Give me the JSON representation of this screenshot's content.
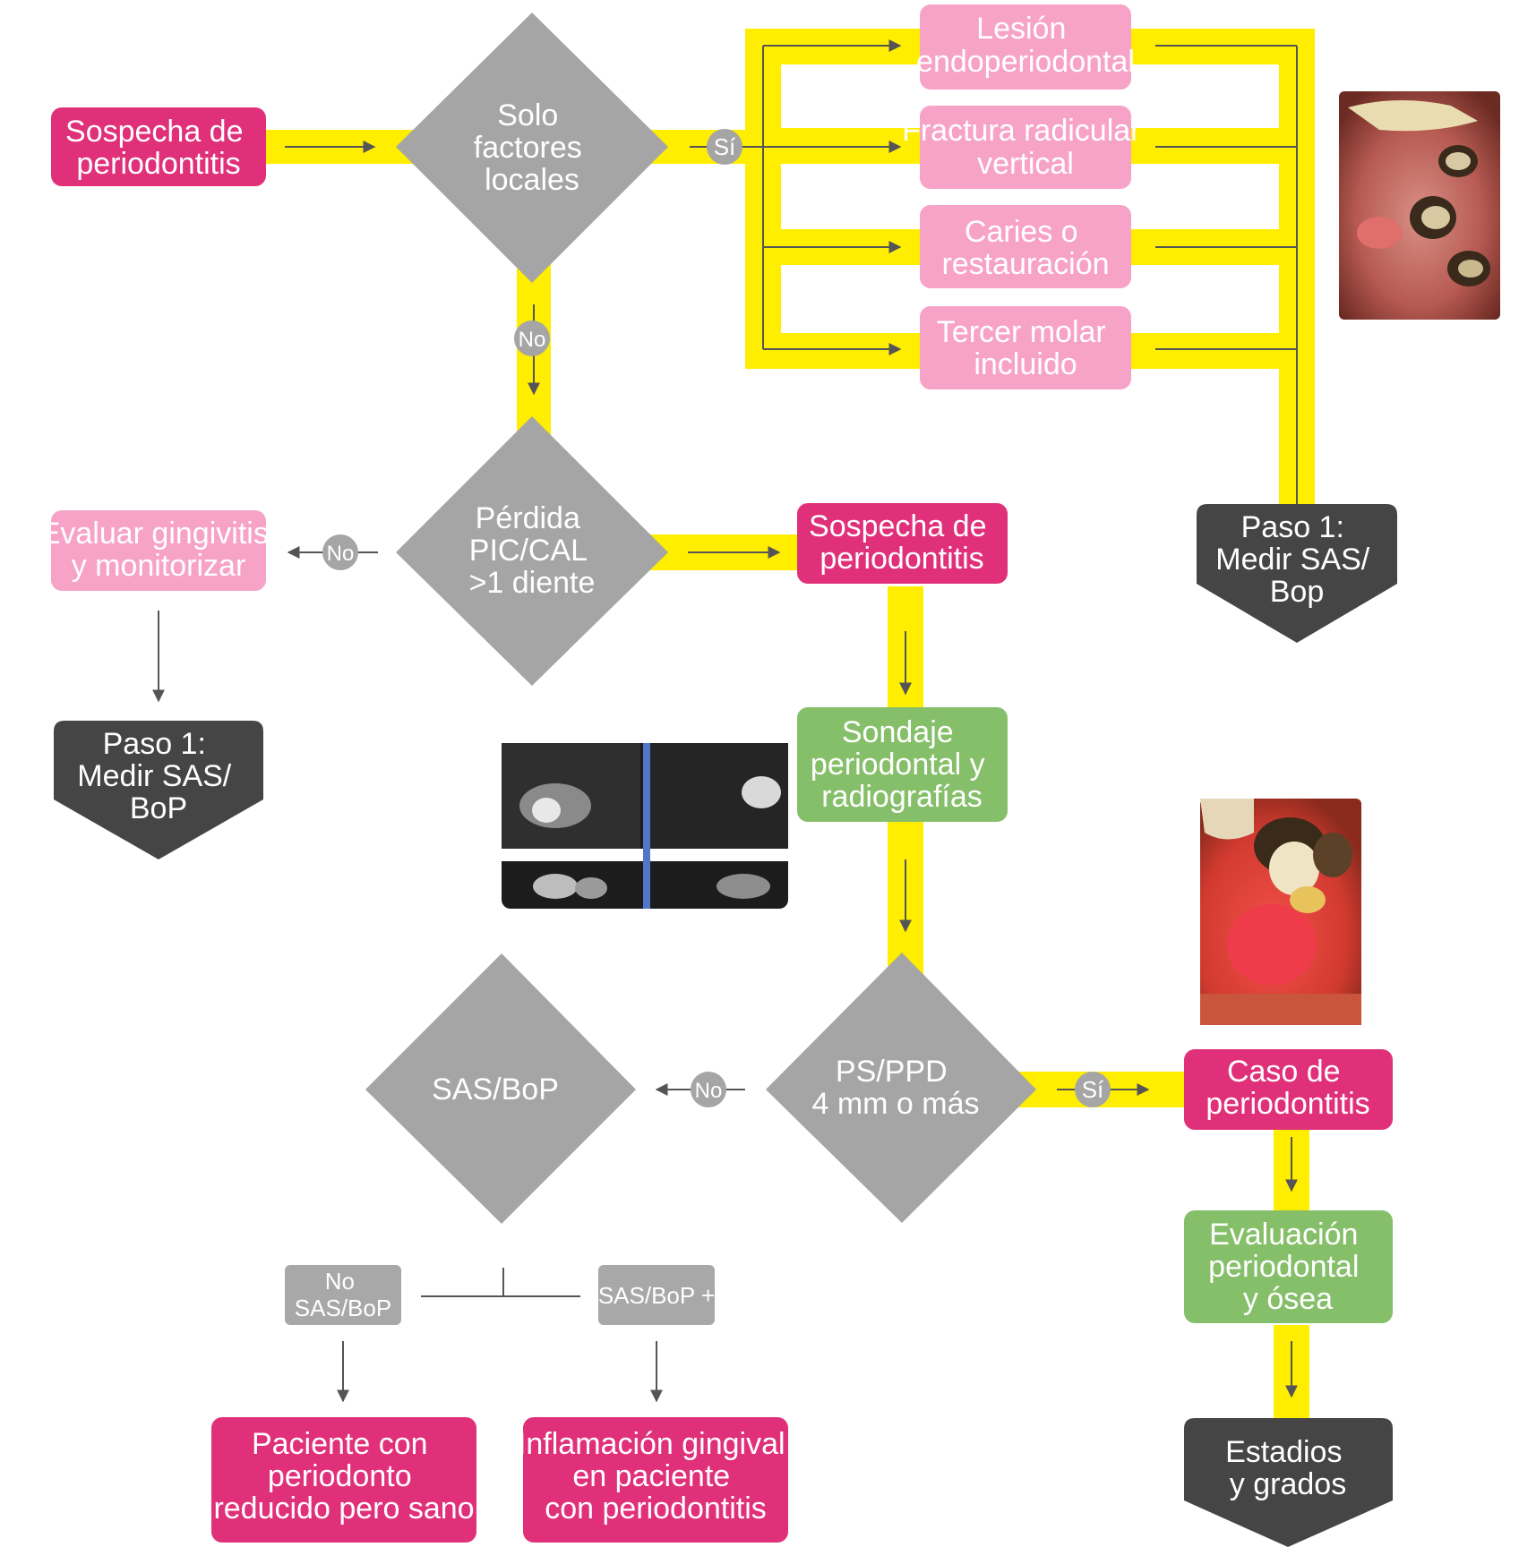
{
  "colors": {
    "yellow_flow": "#FFEE00",
    "magenta": "#E0307A",
    "light_pink": "#F7A3C8",
    "gray_decision": "#A5A5A5",
    "green": "#86BF6A",
    "dark_gray": "#454545",
    "light_gray_box": "#A8A8A8",
    "connector": "#555555"
  },
  "nodes": {
    "start_suspicion": [
      "Sospecha de",
      "periodontitis"
    ],
    "local_factors": [
      "Solo",
      "factores",
      "locales"
    ],
    "endo_perio": [
      "Lesión",
      "endoperiodontal"
    ],
    "root_fracture": [
      "Fractura radicular",
      "vertical"
    ],
    "caries": [
      "Caries o",
      "restauración"
    ],
    "third_molar": [
      "Tercer molar",
      "incluido"
    ],
    "step1_right": [
      "Paso 1:",
      "Medir SAS/",
      "Bop"
    ],
    "loss_pic": [
      "Pérdida",
      "PIC/CAL",
      ">1 diente"
    ],
    "evaluate_gingivitis": [
      "Evaluar gingivitis",
      "y monitorizar"
    ],
    "step1_left": [
      "Paso 1:",
      "Medir SAS/",
      "BoP"
    ],
    "suspicion_mid": [
      "Sospecha de",
      "periodontitis"
    ],
    "probing": [
      "Sondaje",
      "periodontal y",
      "radiografías"
    ],
    "ps_ppd": [
      "PS/PPD",
      "4 mm o más"
    ],
    "sas_bop": [
      "SAS/BoP"
    ],
    "no_sas": [
      "No",
      "SAS/BoP"
    ],
    "sas_plus": [
      "SAS/BoP +"
    ],
    "case_perio": [
      "Caso de",
      "periodontitis"
    ],
    "eval_bone": [
      "Evaluación",
      "periodontal",
      "y ósea"
    ],
    "stages": [
      "Estadios",
      "y grados"
    ],
    "reduced_healthy": [
      "Paciente con",
      "periodonto",
      "reducido pero sano"
    ],
    "gingival_inflammation": [
      "Inflamación gingival",
      "en paciente",
      "con periodontitis"
    ]
  },
  "edge_labels": {
    "yes_local": "Sí",
    "no_local": "No",
    "no_loss": "No",
    "no_ps": "No",
    "yes_ps": "Sí"
  },
  "images": {
    "photo_top_right": "clinical-photo-teeth",
    "photo_xray": "cbct-radiograph",
    "photo_mid_right": "clinical-photo-gingiva"
  }
}
